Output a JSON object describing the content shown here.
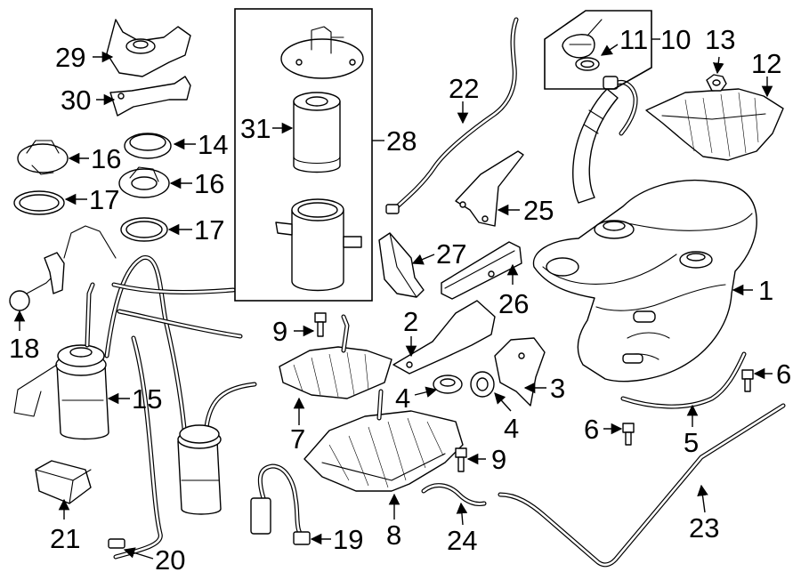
{
  "diagram": {
    "type": "exploded-parts-diagram",
    "line_color": "#000000",
    "background": "#ffffff",
    "callouts": [
      {
        "id": "c1",
        "number": "1"
      },
      {
        "id": "c2",
        "number": "2"
      },
      {
        "id": "c3",
        "number": "3"
      },
      {
        "id": "c4a",
        "number": "4"
      },
      {
        "id": "c4b",
        "number": "4"
      },
      {
        "id": "c5",
        "number": "5"
      },
      {
        "id": "c6a",
        "number": "6"
      },
      {
        "id": "c6b",
        "number": "6"
      },
      {
        "id": "c7",
        "number": "7"
      },
      {
        "id": "c8",
        "number": "8"
      },
      {
        "id": "c9a",
        "number": "9"
      },
      {
        "id": "c9b",
        "number": "9"
      },
      {
        "id": "c10",
        "number": "10"
      },
      {
        "id": "c11",
        "number": "11"
      },
      {
        "id": "c12",
        "number": "12"
      },
      {
        "id": "c13",
        "number": "13"
      },
      {
        "id": "c14",
        "number": "14"
      },
      {
        "id": "c15",
        "number": "15"
      },
      {
        "id": "c16a",
        "number": "16"
      },
      {
        "id": "c16b",
        "number": "16"
      },
      {
        "id": "c17a",
        "number": "17"
      },
      {
        "id": "c17b",
        "number": "17"
      },
      {
        "id": "c18",
        "number": "18"
      },
      {
        "id": "c19",
        "number": "19"
      },
      {
        "id": "c20",
        "number": "20"
      },
      {
        "id": "c21",
        "number": "21"
      },
      {
        "id": "c22",
        "number": "22"
      },
      {
        "id": "c23",
        "number": "23"
      },
      {
        "id": "c24",
        "number": "24"
      },
      {
        "id": "c25",
        "number": "25"
      },
      {
        "id": "c26",
        "number": "26"
      },
      {
        "id": "c27",
        "number": "27"
      },
      {
        "id": "c28",
        "number": "28"
      },
      {
        "id": "c29",
        "number": "29"
      },
      {
        "id": "c30",
        "number": "30"
      },
      {
        "id": "c31",
        "number": "31"
      }
    ]
  }
}
